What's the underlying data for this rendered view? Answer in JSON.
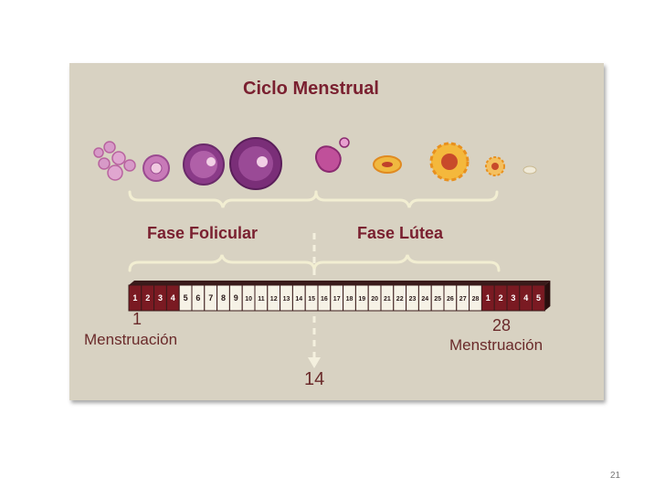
{
  "title": "Ciclo Menstrual",
  "phases": {
    "follicular": "Fase Folicular",
    "luteal": "Fase Lútea"
  },
  "start": {
    "day": "1",
    "label": "Menstruación"
  },
  "end": {
    "day": "28",
    "label": "Menstruación"
  },
  "ovulation_day": "14",
  "days": [
    "1",
    "2",
    "3",
    "4",
    "5",
    "6",
    "7",
    "8",
    "9",
    "10",
    "11",
    "12",
    "13",
    "14",
    "15",
    "16",
    "17",
    "18",
    "19",
    "20",
    "21",
    "22",
    "23",
    "24",
    "25",
    "26",
    "27",
    "28",
    "1",
    "2",
    "3",
    "4",
    "5"
  ],
  "menstruation_days": [
    1,
    2,
    3,
    4
  ],
  "colors": {
    "panel": "#d8d2c2",
    "menstruation": "#7a1a22",
    "normal": "#f6f2e6",
    "accent": "#7a2030"
  },
  "slide_number": "21"
}
